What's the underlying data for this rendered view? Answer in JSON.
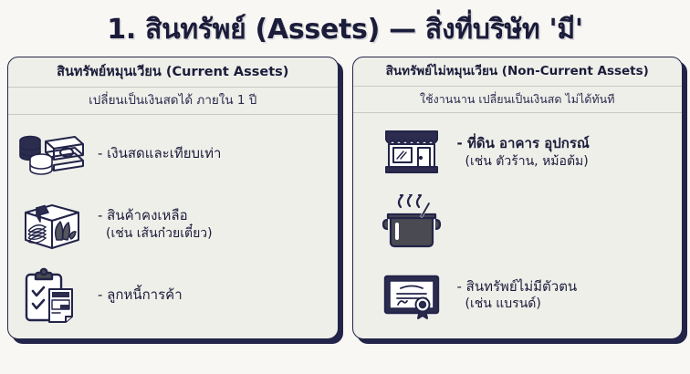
{
  "title": "1. สินทรัพย์ (Assets) — สิ่งที่บริษัท 'มี'",
  "colors": {
    "background": "#F8F7F3",
    "card_background": "#EFEFEA",
    "ink": "#1B1C3A",
    "border": "#232449",
    "divider": "#C9C9C2",
    "pot_fill": "#4A4A52"
  },
  "cards": [
    {
      "id": "current-assets",
      "header": "สินทรัพย์หมุนเวียน (Current Assets)",
      "subtitle": "เปลี่ยนเป็นเงินสดได้ ภายใน 1 ปี",
      "items": [
        {
          "icon": "cash-and-coins-icon",
          "main": "- เงินสดและเทียบเท่า",
          "main_bold": false,
          "note": ""
        },
        {
          "icon": "inventory-box-icon",
          "main": "- สินค้าคงเหลือ",
          "main_bold": false,
          "note": "(เช่น เส้นก๋วยเตี๋ยว)"
        },
        {
          "icon": "clipboard-invoice-icon",
          "main": "- ลูกหนี้การค้า",
          "main_bold": false,
          "note": ""
        }
      ]
    },
    {
      "id": "non-current-assets",
      "header": "สินทรัพย์ไม่หมุนเวียน (Non-Current Assets)",
      "subtitle": "ใช้งานนาน เปลี่ยนเป็นเงินสด ไม่ได้ทันที",
      "items": [
        {
          "icon": "storefront-icon",
          "main": "- ที่ดิน อาคาร อุปกรณ์",
          "main_bold": true,
          "note": "(เช่น ตัวร้าน, หม้อต้ม)"
        },
        {
          "icon": "cooking-pot-icon",
          "main": "",
          "main_bold": false,
          "note": ""
        },
        {
          "icon": "certificate-icon",
          "main": "- สินทรัพย์ไม่มีตัวตน",
          "main_bold": false,
          "note": "(เช่น แบรนด์)"
        }
      ]
    }
  ]
}
